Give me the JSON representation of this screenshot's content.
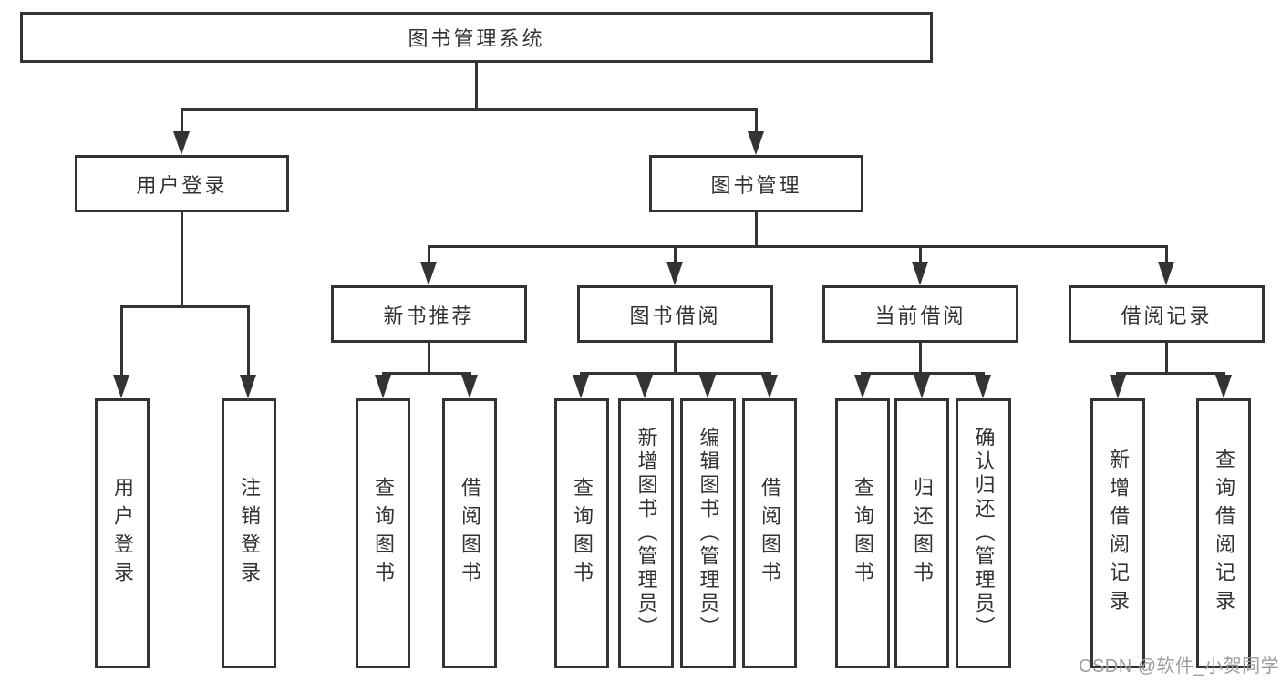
{
  "diagram": {
    "root": {
      "label": "图书管理系统",
      "children": [
        {
          "label": "用户登录",
          "children": [
            {
              "label": "用户登录"
            },
            {
              "label": "注销登录"
            }
          ]
        },
        {
          "label": "图书管理",
          "children": [
            {
              "label": "新书推荐",
              "children": [
                {
                  "label": "查询图书"
                },
                {
                  "label": "借阅图书"
                }
              ]
            },
            {
              "label": "图书借阅",
              "children": [
                {
                  "label": "查询图书"
                },
                {
                  "label": "新增图书（管理员）"
                },
                {
                  "label": "编辑图书（管理员）"
                },
                {
                  "label": "借阅图书"
                }
              ]
            },
            {
              "label": "当前借阅",
              "children": [
                {
                  "label": "查询图书"
                },
                {
                  "label": "归还图书"
                },
                {
                  "label": "确认归还（管理员）"
                }
              ]
            },
            {
              "label": "借阅记录",
              "children": [
                {
                  "label": "新增借阅记录"
                },
                {
                  "label": "查询借阅记录"
                }
              ]
            }
          ]
        }
      ]
    },
    "watermark": "CSDN @软件_小贺同学",
    "colors": {
      "line": "#333333",
      "text": "#333333",
      "box_bg": "#ffffff",
      "watermark": "#9b9ca4"
    }
  }
}
